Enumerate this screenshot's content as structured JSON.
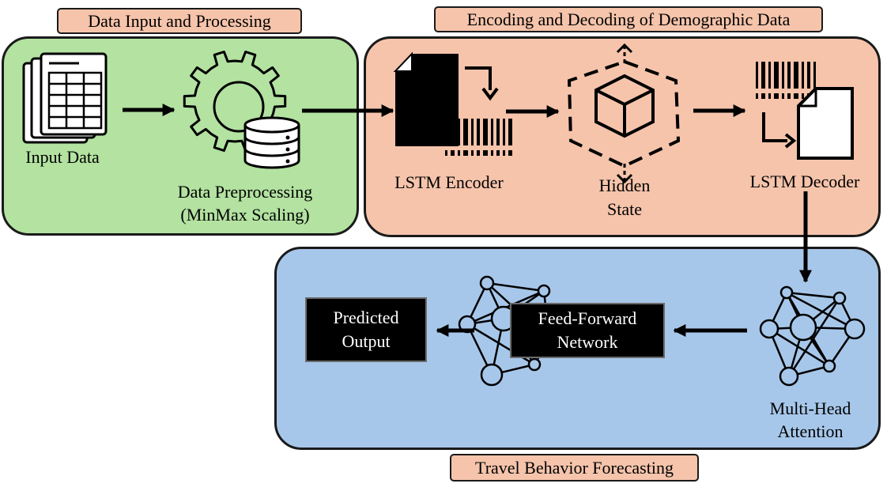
{
  "sections": {
    "input_processing": "Data Input and Processing",
    "encoding_decoding": "Encoding and Decoding of Demographic Data",
    "forecasting": "Travel Behavior Forecasting"
  },
  "nodes": {
    "input_data": "Input Data",
    "preprocessing_line1": "Data Preprocessing",
    "preprocessing_line2": "(MinMax Scaling)",
    "lstm_encoder": "LSTM Encoder",
    "hidden_line1": "Hidden",
    "hidden_line2": "State",
    "lstm_decoder": "LSTM Decoder",
    "attention_line1": "Multi-Head",
    "attention_line2": "Attention",
    "ffn_line1": "Feed-Forward",
    "ffn_line2": "Network",
    "output_line1": "Predicted",
    "output_line2": "Output"
  },
  "colors": {
    "input_panel": "#b3e2a1",
    "encoding_panel": "#f5c4ab",
    "forecast_panel": "#a7c7ea",
    "tag": "#f5c4ab"
  },
  "icons": [
    "spreadsheet-icon",
    "gear-database-icon",
    "document-barcode-icon",
    "hidden-cube-icon",
    "barcode-document-icon",
    "neural-network-icon"
  ]
}
